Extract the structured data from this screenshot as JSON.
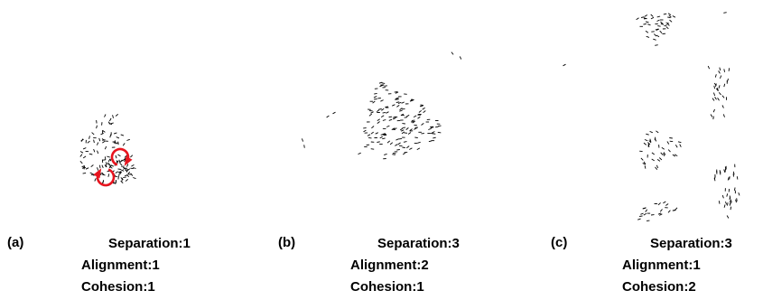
{
  "panels": [
    {
      "tag": "(a)",
      "separation": "Separation:1",
      "alignment": "Alignment:1",
      "cohesion": "Cohesion:1"
    },
    {
      "tag": "(b)",
      "separation": "Separation:3",
      "alignment": "Alignment:2",
      "cohesion": "Cohesion:1"
    },
    {
      "tag": "(c)",
      "separation": "Separation:3",
      "alignment": "Alignment:1",
      "cohesion": "Cohesion:2"
    }
  ],
  "colors": {
    "agent": "#000000",
    "rotation_marker": "#e8141e"
  },
  "icons": [
    "rotation-arrow-icon"
  ]
}
